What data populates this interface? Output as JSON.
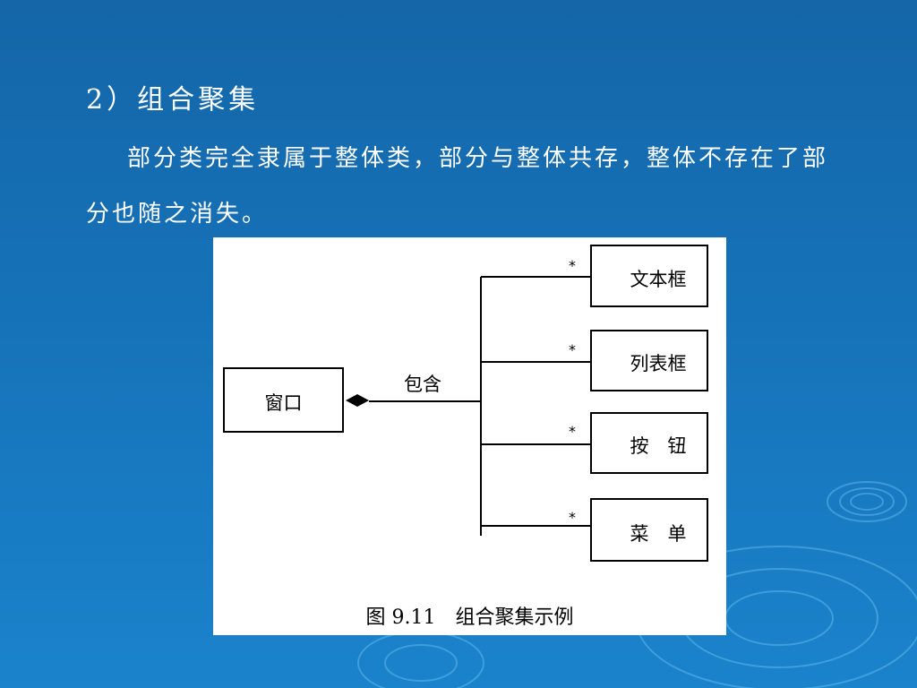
{
  "slide": {
    "heading": "2）组合聚集",
    "paragraph": "部分类完全隶属于整体类，部分与整体共存，整体不存在了部分也随之消失。"
  },
  "diagram": {
    "whole": {
      "label": "窗口"
    },
    "relation_label": "包含",
    "parts": [
      {
        "label": "文本框",
        "multiplicity": "*"
      },
      {
        "label": "列表框",
        "multiplicity": "*"
      },
      {
        "label": "按　钮",
        "multiplicity": "*"
      },
      {
        "label": "菜　单",
        "multiplicity": "*"
      }
    ],
    "caption": "图 9.11　组合聚集示例"
  },
  "colors": {
    "background_top": "#1466a8",
    "background_bottom": "#1a83cc",
    "text": "#ffffff",
    "figure_bg": "#ffffff"
  }
}
